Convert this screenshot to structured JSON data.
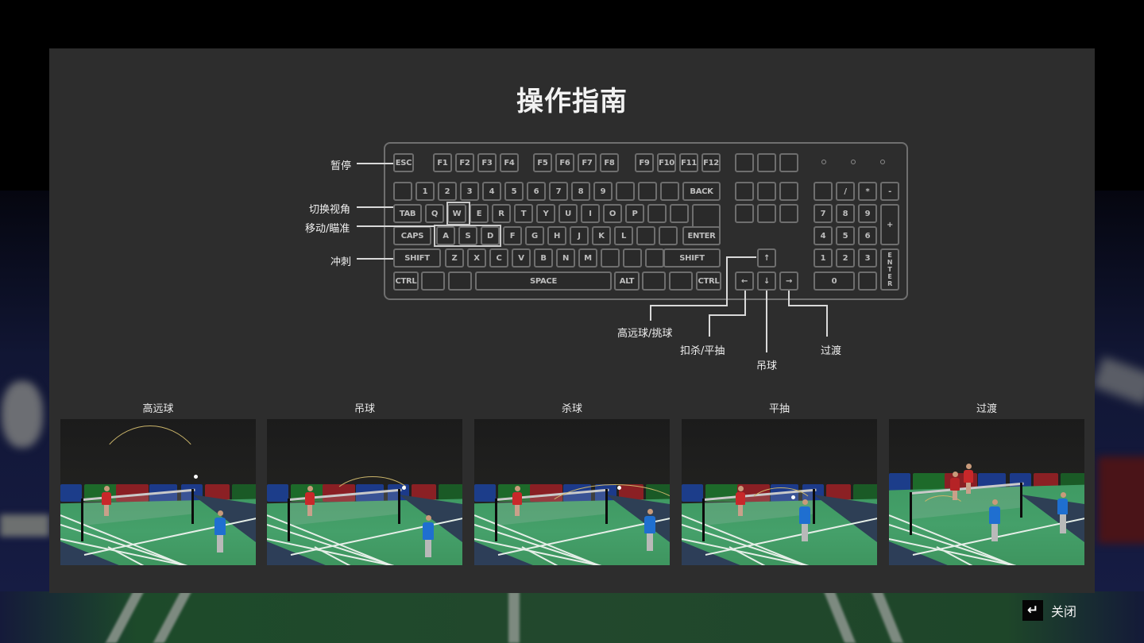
{
  "title": "操作指南",
  "keyboard": {
    "function_row": [
      "ESC",
      "F1",
      "F2",
      "F3",
      "F4",
      "F5",
      "F6",
      "F7",
      "F8",
      "F9",
      "F10",
      "F11",
      "F12"
    ],
    "number_row": [
      "",
      "1",
      "2",
      "3",
      "4",
      "5",
      "6",
      "7",
      "8",
      "9",
      "",
      "",
      "",
      "BACK"
    ],
    "top_row": [
      "TAB",
      "Q",
      "W",
      "E",
      "R",
      "T",
      "Y",
      "U",
      "I",
      "O",
      "P",
      "",
      ""
    ],
    "home_row": [
      "CAPS",
      "A",
      "S",
      "D",
      "F",
      "G",
      "H",
      "J",
      "K",
      "L",
      "",
      "",
      "ENTER"
    ],
    "shift_row": [
      "SHIFT",
      "Z",
      "X",
      "C",
      "V",
      "B",
      "N",
      "M",
      "",
      "",
      "",
      "SHIFT"
    ],
    "bottom_row": [
      "CTRL",
      "",
      "",
      "SPACE",
      "ALT",
      "",
      "",
      "CTRL"
    ],
    "arrows": {
      "up": "↑",
      "left": "←",
      "down": "↓",
      "right": "→"
    },
    "numpad": {
      "row1": [
        "",
        "/",
        "*",
        "-"
      ],
      "row2": [
        "7",
        "8",
        "9"
      ],
      "row3": [
        "4",
        "5",
        "6"
      ],
      "row4": [
        "1",
        "2",
        "3"
      ],
      "zero": "0",
      "plus": "+",
      "enter": "ENTER"
    },
    "highlighted_keys": [
      "ESC",
      "TAB",
      "W",
      "A",
      "S",
      "D",
      "SHIFT",
      "↑",
      "←",
      "↓",
      "→"
    ]
  },
  "callouts": {
    "pause": "暂停",
    "switch_view": "切换视角",
    "move_aim": "移动/瞄准",
    "sprint": "冲刺",
    "clear_lift": "高远球/挑球",
    "smash_drive": "扣杀/平抽",
    "drop": "吊球",
    "transition": "过渡"
  },
  "shots": [
    {
      "label": "高远球"
    },
    {
      "label": "吊球"
    },
    {
      "label": "杀球"
    },
    {
      "label": "平抽"
    },
    {
      "label": "过渡"
    }
  ],
  "close": {
    "label": "关闭",
    "icon": "↵"
  },
  "colors": {
    "panel": "#2d2d2d",
    "key_border": "#6e6e6e",
    "key_highlight": "#cfcfcf",
    "court_green": "#45a06a",
    "player_red": "#c8282a",
    "player_blue": "#1f6fd0"
  }
}
